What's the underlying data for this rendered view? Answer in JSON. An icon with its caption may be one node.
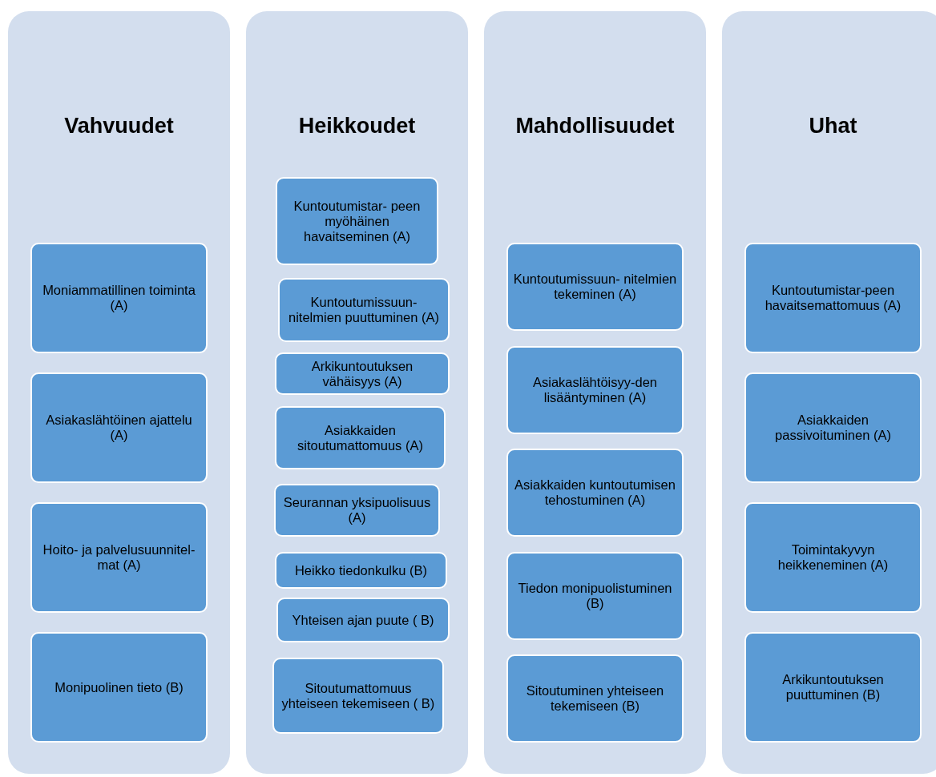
{
  "diagram": {
    "nodes": [
      {
        "text": [
          "Vahvuudet"
        ]
      },
      {
        "text": [
          "Moniammatillinen toiminta (A)"
        ],
        "in": 0
      },
      {
        "text": [
          "Asiakaslähtöinen ajattelu (A)"
        ],
        "in": 0
      },
      {
        "text": [
          "Hoito- ja palvelusuunnitel-mat (A)"
        ],
        "in": 0
      },
      {
        "text": [
          "Monipuolinen tieto (B)"
        ],
        "in": 0
      },
      {
        "text": [
          "Heikkoudet"
        ]
      },
      {
        "text": [
          "Kuntoutumistar- peen myöhäinen havaitseminen (A)"
        ],
        "in": 5
      },
      {
        "text": [
          "Kuntoutumissuun- nitelmien puuttuminen (A)"
        ],
        "in": 5
      },
      {
        "text": [
          "Arkikuntoutuksen vähäisyys (A)"
        ],
        "in": 5
      },
      {
        "text": [
          "Asiakkaiden sitoutumattomuus (A)"
        ],
        "in": 5
      },
      {
        "text": [
          "Seurannan yksipuolisuus (A)"
        ],
        "in": 5
      },
      {
        "text": [
          "Heikko tiedonkulku (B)"
        ],
        "in": 5
      },
      {
        "text": [
          "Yhteisen ajan puute ( B)"
        ],
        "in": 5
      },
      {
        "text": [
          "Sitoutumattomuus yhteiseen tekemiseen ( B)"
        ],
        "in": 5
      },
      {
        "text": [
          "Mahdollisuudet"
        ]
      },
      {
        "text": [
          "Kuntoutumissuun- nitelmien tekeminen (A)"
        ],
        "in": 14
      },
      {
        "text": [
          "Asiakaslähtöisyy-den lisääntyminen (A)"
        ],
        "in": 14
      },
      {
        "text": [
          "Asiakkaiden kuntoutumisen tehostuminen (A)"
        ],
        "in": 14
      },
      {
        "text": [
          "Tiedon monipuolistuminen (B)"
        ],
        "in": 14
      },
      {
        "text": [
          "Sitoutuminen yhteiseen tekemiseen (B)"
        ],
        "in": 14
      },
      {
        "text": [
          "Uhat"
        ]
      },
      {
        "text": [
          "Kuntoutumistar-peen havaitsemattomuus (A)"
        ],
        "in": 20
      },
      {
        "text": [
          "Asiakkaiden passivoituminen (A)"
        ],
        "in": 20
      },
      {
        "text": [
          "Toimintakyvyn heikkeneminen (A)"
        ],
        "in": 20
      },
      {
        "text": [
          "Arkikuntoutuksen puuttuminen (B)"
        ],
        "in": 20
      }
    ],
    "edges": []
  }
}
